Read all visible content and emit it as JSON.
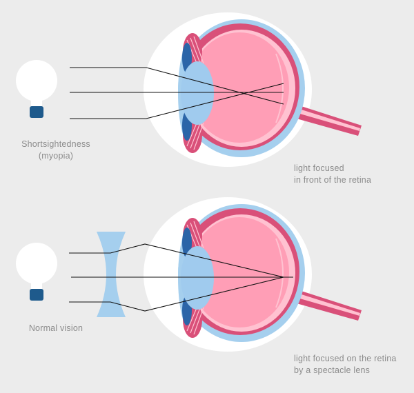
{
  "colors": {
    "background": "#ececec",
    "sclera": "#ffffff",
    "cornea": "#a5cfee",
    "iris": "#2b65a8",
    "lens": "#a0cbee",
    "eye_wall": "#d95079",
    "vitreous": "#ff9eb6",
    "retina_band": "#ffc2d1",
    "nerve": "#d95079",
    "bulb": "#ffffff",
    "bulb_base": "#1e5a8c",
    "spectacle_lens": "#a5cfee",
    "light_ray": "#111111"
  },
  "icons": [
    "light-bulb-icon",
    "eye-icon",
    "concave-lens-icon"
  ],
  "panels": [
    {
      "id": "myopia",
      "condition_lines": [
        "Shortsightedness",
        "(myopia)"
      ],
      "caption_lines": [
        "light focused",
        "in front of the retina"
      ]
    },
    {
      "id": "corrected",
      "condition_lines": [
        "Normal vision"
      ],
      "caption_lines": [
        "light focused on the retina",
        "by a spectacle lens"
      ]
    }
  ]
}
